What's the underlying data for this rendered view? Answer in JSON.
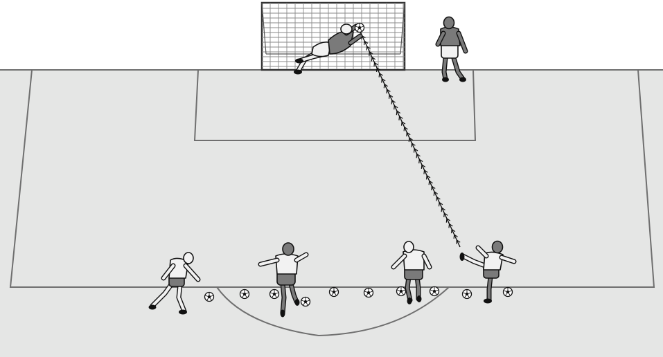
{
  "colors": {
    "pitch": "#e5e6e5",
    "pitch_lines": "#6f6f6f",
    "net_lines": "#8a8a8a",
    "light_kit": "#f2f2f2",
    "dark_kit": "#7a7a7a",
    "outline": "#111111"
  },
  "balls_on_line": 10,
  "players": {
    "attackers": 4,
    "goalkeepers": 2
  },
  "icons": [
    "soccer-ball-icon",
    "shot-path-arrow"
  ]
}
